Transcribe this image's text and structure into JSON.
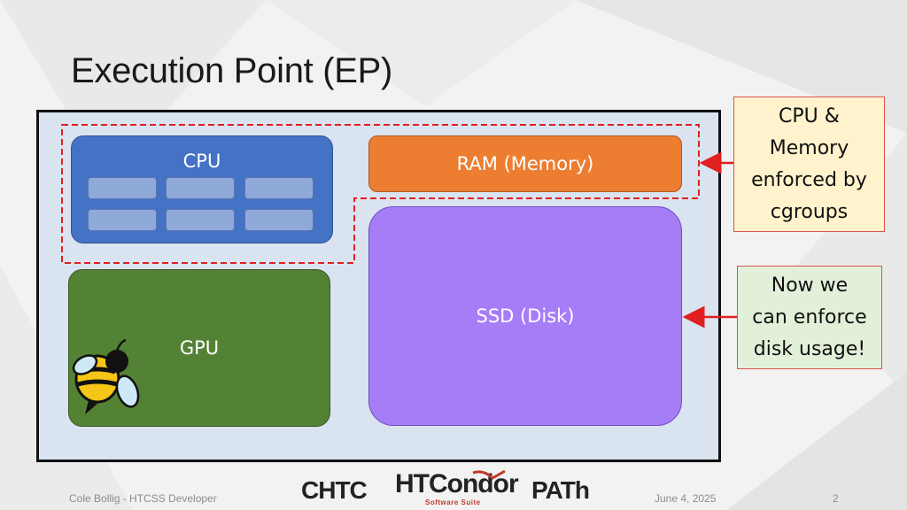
{
  "slide": {
    "title": "Execution Point (EP)",
    "page_number": "2"
  },
  "diagram": {
    "cpu_label": "CPU",
    "ram_label": "RAM (Memory)",
    "ssd_label": "SSD (Disk)",
    "gpu_label": "GPU"
  },
  "notes": {
    "cgroups": "CPU &\nMemory\nenforced by\ncgroups",
    "disk": "Now we\ncan enforce\ndisk usage!"
  },
  "footer": {
    "presenter": "Cole Bollig - HTCSS Developer",
    "date": "June 4, 2025",
    "logos": {
      "chtc": "CHTC",
      "htcondor_main": "HTCondor",
      "htcondor_sub": "Software Suite",
      "path": "PATh"
    }
  },
  "colors": {
    "cpu": "#4472c4",
    "ram": "#ed7d31",
    "ssd": "#a67df7",
    "gpu": "#548235",
    "dashed_outline": "#e02020",
    "arrow": "#e02020"
  }
}
